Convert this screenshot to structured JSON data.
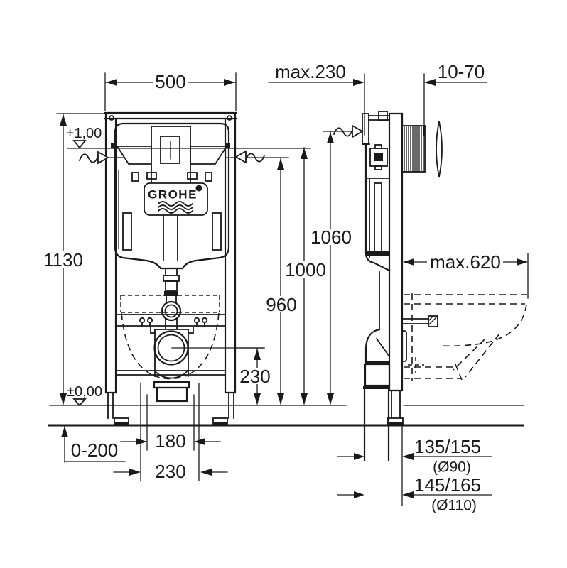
{
  "page": {
    "background": "#ffffff",
    "line_color": "#1a1a1a"
  },
  "front_view": {
    "brand": "GROHE",
    "width": "500",
    "height": "1130",
    "level_top": "+1,00",
    "level_zero": "±0,00",
    "foot_adjustment": "0-200",
    "outlet_width": "180",
    "outlet_spread": "230"
  },
  "side_view": {
    "frame_depth": "max.230",
    "plate_adjustment": "10-70",
    "height_total": "1060",
    "height_level": "1000",
    "height_flush": "960",
    "height_outlet": "230",
    "bowl_reach": "max.620",
    "drain_offset_90": "135/155",
    "drain_dia_90": "(Ø90)",
    "drain_offset_110": "145/165",
    "drain_dia_110": "(Ø110)"
  }
}
